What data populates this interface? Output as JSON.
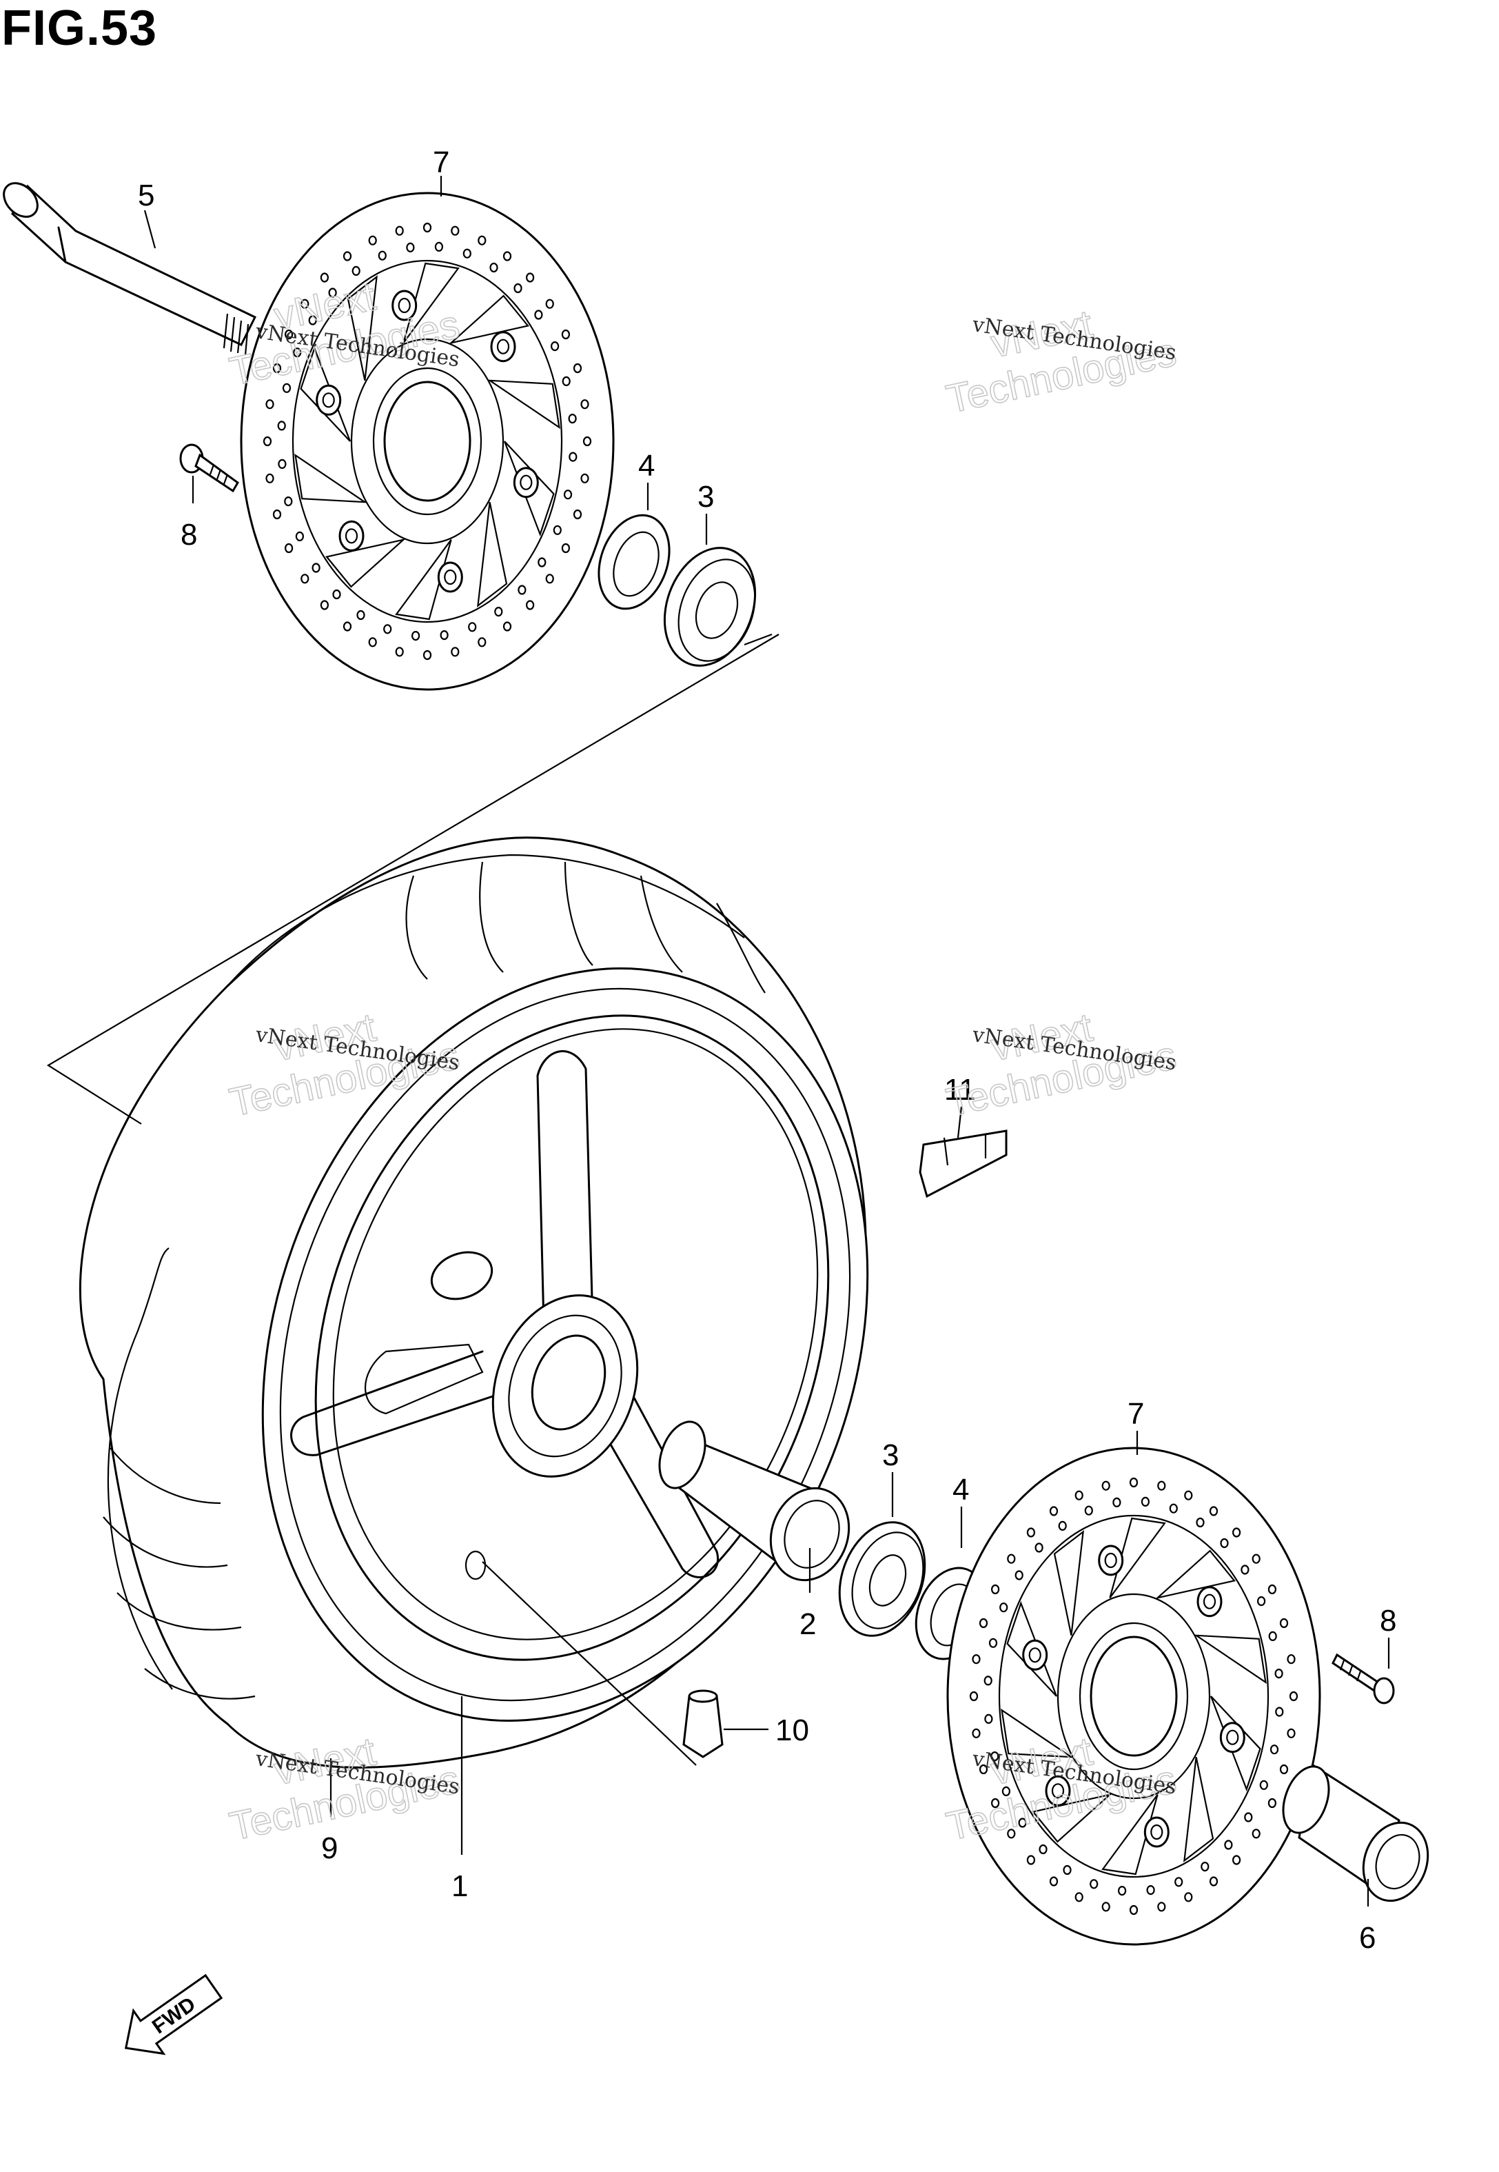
{
  "figure": {
    "title": "FIG.53"
  },
  "callouts": {
    "c1": "1",
    "c2": "2",
    "c3a": "3",
    "c3b": "3",
    "c4a": "4",
    "c4b": "4",
    "c5": "5",
    "c6": "6",
    "c7a": "7",
    "c7b": "7",
    "c8a": "8",
    "c8b": "8",
    "c9": "9",
    "c10": "10",
    "c11": "11"
  },
  "watermark": {
    "line1": "vNext Technologies",
    "line2": "Technologies",
    "line3": "vNext"
  },
  "fwd_label": "FWD",
  "colors": {
    "line": "#000000",
    "background": "#ffffff",
    "watermark": "#c8c8c8"
  },
  "icons": [
    "fwd-arrow-icon"
  ]
}
